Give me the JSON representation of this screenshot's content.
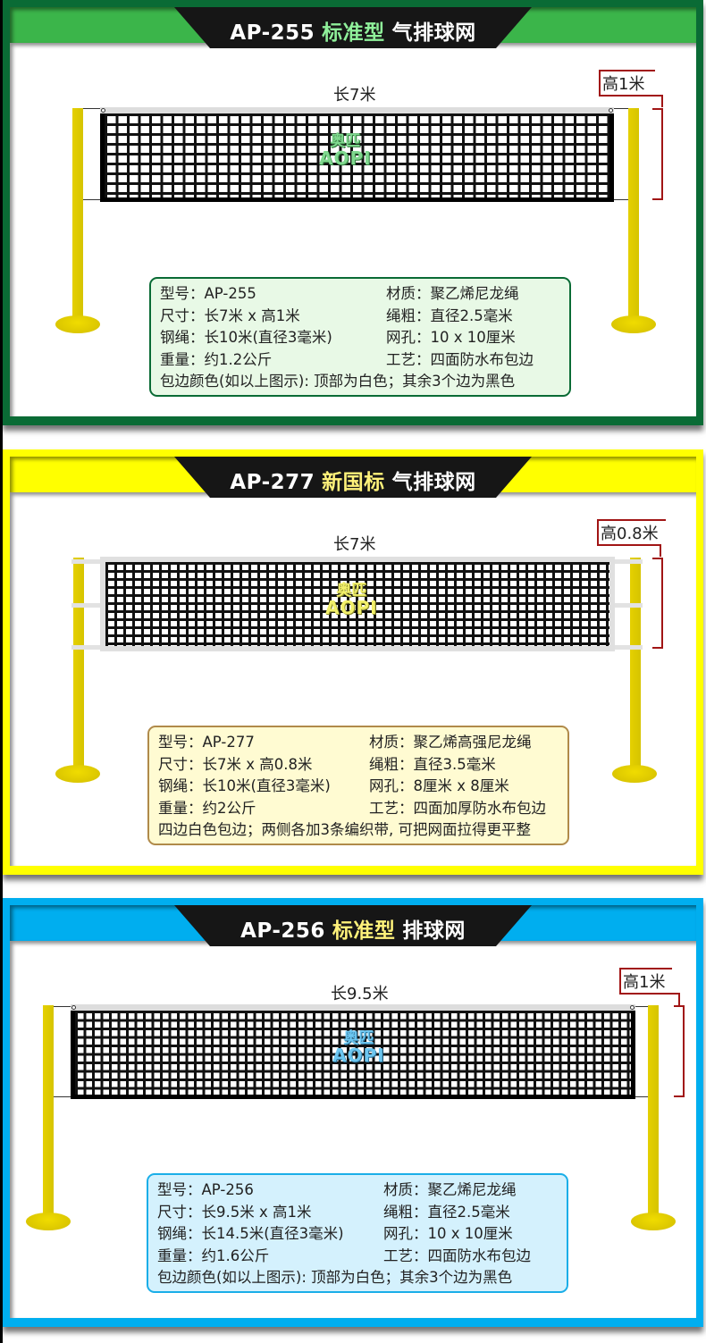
{
  "products": [
    {
      "model": "AP-255",
      "title_accent": "标准型",
      "title_suffix": "气排球网",
      "theme": {
        "frame": "#0a6b35",
        "band": "#3bb54a",
        "accent_text": "#8ff09a",
        "box_border": "#0a6b35",
        "box_bg": "#e8f9e6",
        "logo": "#7fd88e"
      },
      "length_label": "长7米",
      "height_label": "高1米",
      "logo": {
        "cn": "奥匹",
        "en": "AOPI"
      },
      "specs": [
        {
          "left": "型号：AP-255",
          "right": "材质：聚乙烯尼龙绳"
        },
        {
          "left": "尺寸：长7米 x 高1米",
          "right": "绳粗：直径2.5毫米"
        },
        {
          "left": "钢绳：长10米(直径3毫米)",
          "right": "网孔：10 x 10厘米"
        },
        {
          "left": "重量：约1.2公斤",
          "right": "工艺：四面防水布包边"
        }
      ],
      "note": "包边颜色(如以上图示): 顶部为白色；其余3个边为黑色"
    },
    {
      "model": "AP-277",
      "title_accent": "新国标",
      "title_suffix": "气排球网",
      "theme": {
        "frame": "#ffff00",
        "band": "#ffff00",
        "accent_text": "#fff27a",
        "box_border": "#b08a4a",
        "box_bg": "#fffbd2",
        "logo": "#f2f06a"
      },
      "length_label": "长7米",
      "height_label": "高0.8米",
      "logo": {
        "cn": "奥匹",
        "en": "AOPI"
      },
      "specs": [
        {
          "left": "型号：AP-277",
          "right": "材质：聚乙烯高强尼龙绳"
        },
        {
          "left": "尺寸：长7米 x 高0.8米",
          "right": "绳粗：直径3.5毫米"
        },
        {
          "left": "钢绳：长10米(直径3毫米)",
          "right": "网孔：8厘米 x 8厘米"
        },
        {
          "left": "重量：约2公斤",
          "right": "工艺：四面加厚防水布包边"
        }
      ],
      "note": "四边白色包边；两侧各加3条编织带, 可把网面拉得更平整"
    },
    {
      "model": "AP-256",
      "title_accent": "标准型",
      "title_suffix": "排球网",
      "theme": {
        "frame": "#00aeef",
        "band": "#00aeef",
        "accent_text": "#fff27a",
        "box_border": "#1aaee8",
        "box_bg": "#d4f1fd",
        "logo": "#6cc6f0"
      },
      "length_label": "长9.5米",
      "height_label": "高1米",
      "logo": {
        "cn": "奥匹",
        "en": "AOPI"
      },
      "specs": [
        {
          "left": "型号：AP-256",
          "right": "材质：聚乙烯尼龙绳"
        },
        {
          "left": "尺寸：长9.5米 x 高1米",
          "right": "绳粗：直径2.5毫米"
        },
        {
          "left": "钢绳：长14.5米(直径3毫米)",
          "right": "网孔：10 x 10厘米"
        },
        {
          "left": "重量：约1.6公斤",
          "right": "工艺：四面防水布包边"
        }
      ],
      "note": "包边颜色(如以上图示): 顶部为白色；其余3个边为黑色"
    }
  ]
}
